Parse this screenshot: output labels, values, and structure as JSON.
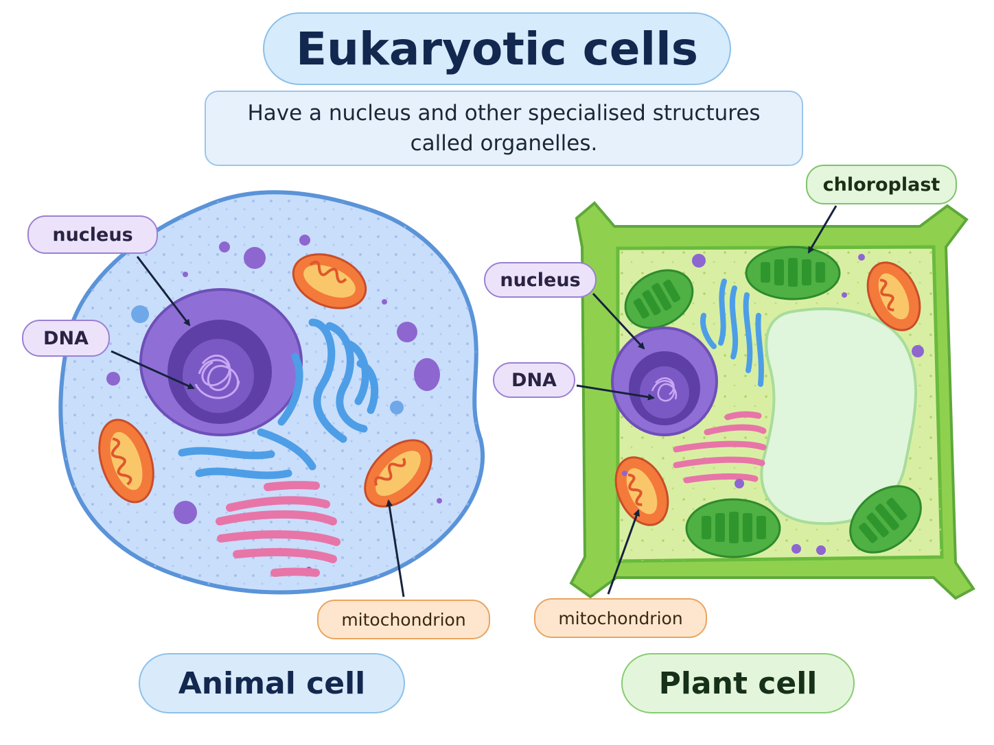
{
  "title": "Eukaryotic cells",
  "subtitle": {
    "line1": "Have a nucleus and other specialised structures",
    "line2": "called organelles."
  },
  "animal_cell": {
    "caption": "Animal cell",
    "labels": {
      "nucleus": "nucleus",
      "dna": "DNA",
      "mitochondrion": "mitochondrion"
    }
  },
  "plant_cell": {
    "caption": "Plant cell",
    "labels": {
      "chloroplast": "chloroplast",
      "nucleus": "nucleus",
      "dna": "DNA",
      "mitochondrion": "mitochondrion"
    }
  },
  "colors": {
    "animal_cytoplasm": "#c9defb",
    "animal_membrane": "#5a93d8",
    "plant_wall": "#8fd14f",
    "plant_cytoplasm": "#d8efa3",
    "nucleus": "#8f6fd6",
    "mitochondrion": "#f37a3a",
    "chloroplast": "#4fb043",
    "golgi": "#e875a8",
    "er": "#4d9ee6",
    "vacuole": "#dff5dc"
  }
}
